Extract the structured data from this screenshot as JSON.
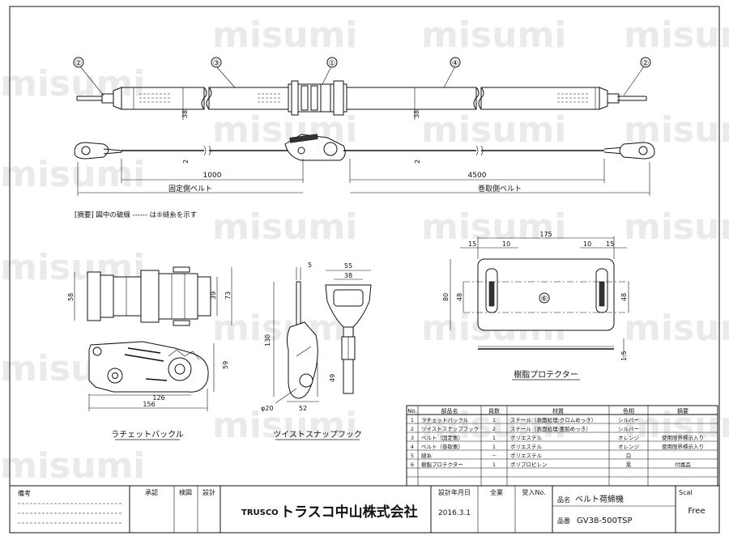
{
  "watermark": "misumi",
  "balloons": [
    "②",
    "③",
    "①",
    "④",
    "②"
  ],
  "dims": {
    "belt_width_left": "38",
    "belt_width_right": "38",
    "len_fixed": "1000",
    "len_take": "4500",
    "thick_left": "2",
    "thick_right": "2",
    "fixed_belt_label": "固定側ベルト",
    "take_belt_label": "巻取側ベルト"
  },
  "note": "[摘要] 図中の破線 ------ は⑤縫糸を示す",
  "buckle": {
    "w58": "58",
    "w39": "39",
    "w73": "73",
    "h59": "59",
    "l126": "126",
    "l156": "156",
    "caption": "ラチェットバックル"
  },
  "hook": {
    "d5": "5",
    "d55": "55",
    "d38": "38",
    "d130": "130",
    "d49": "49",
    "d20": "φ20",
    "d52": "52",
    "caption": "ツイストスナップフック"
  },
  "protector": {
    "d175": "175",
    "d15": "15",
    "d10a": "10",
    "d10b": "10",
    "d15b": "15",
    "d80": "80",
    "d48a": "48",
    "d48b": "48",
    "d1_5": "1.5",
    "balloon": "⑥",
    "caption": "樹脂プロテクター"
  },
  "parts_table": {
    "headers": [
      "No.",
      "部品名",
      "員数",
      "材質",
      "色相",
      "摘要"
    ],
    "rows": [
      [
        "1",
        "ラチェットバックル",
        "1",
        "スチール（表面処理:クロムめっき）",
        "シルバー",
        ""
      ],
      [
        "2",
        "ツイストスナップフック",
        "2",
        "スチール（表面処理:亜鉛めっき）",
        "シルバー",
        ""
      ],
      [
        "3",
        "ベルト（固定側）",
        "1",
        "ポリエステル",
        "オレンジ",
        "使用限界標示入り"
      ],
      [
        "4",
        "ベルト（巻取側）",
        "1",
        "ポリエステル",
        "オレンジ",
        "使用限界標示入り"
      ],
      [
        "5",
        "縫糸",
        "－",
        "ポリエステル",
        "白",
        ""
      ],
      [
        "6",
        "樹脂プロテクター",
        "1",
        "ポリプロピレン",
        "黒",
        "付属品"
      ]
    ]
  },
  "title_block": {
    "biko": "備考",
    "shonin": "承認",
    "kenzu": "検図",
    "sekkei": "設計",
    "brand": "TRUSCO",
    "company": "トラスコ中山株式会社",
    "date_label": "設計年月日",
    "date": "2016.3.1",
    "zengyo": "全業",
    "juju": "受入No.",
    "hinmei_label": "品名",
    "hinmei": "ベルト荷締機",
    "hinban_label": "品番",
    "hinban": "GV38-500TSP",
    "scale_label": "Scal",
    "scale": "Free"
  }
}
